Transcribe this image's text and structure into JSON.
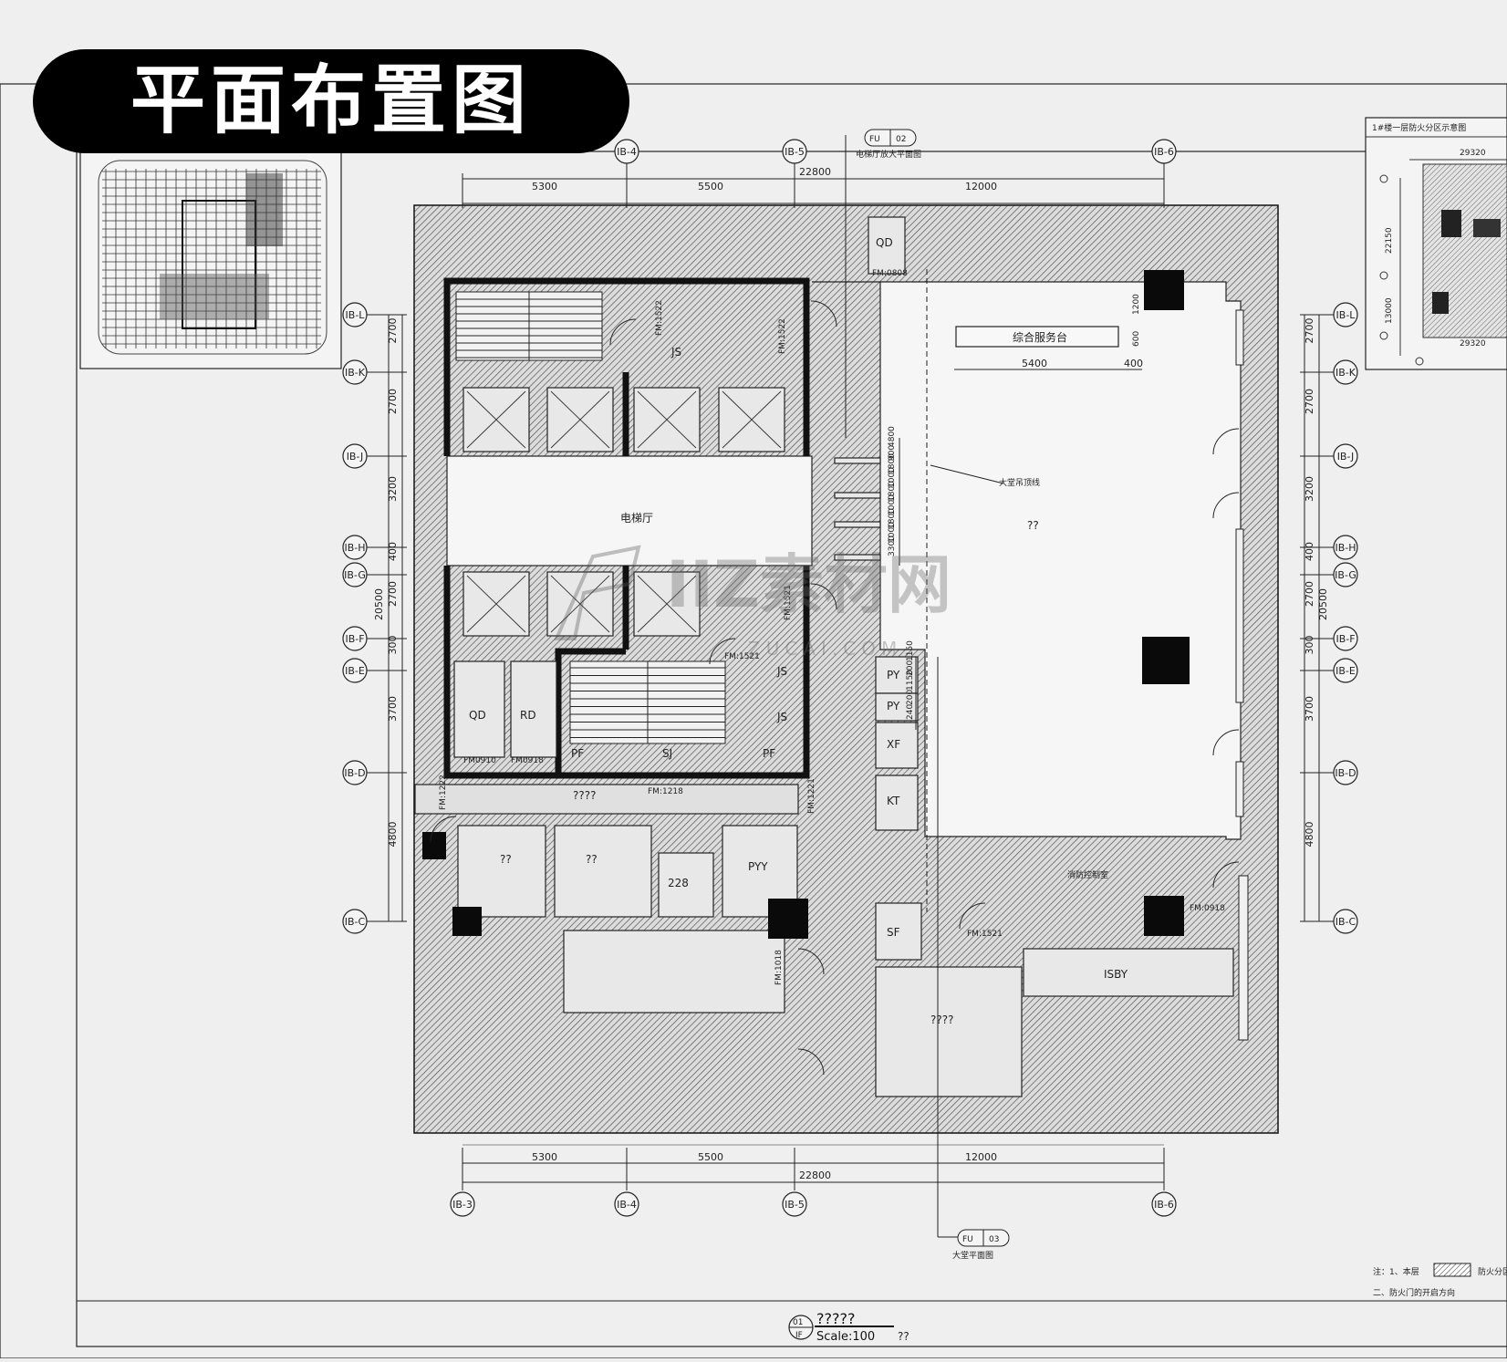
{
  "title": "平面布置图",
  "watermark": {
    "brand": "IIZ素材网",
    "url": "ZUCAI.COM"
  },
  "grid_top": [
    "IB-4",
    "IB-5",
    "IB-6"
  ],
  "grid_bottom": [
    "IB-3",
    "IB-4",
    "IB-5",
    "IB-6"
  ],
  "grid_left": [
    "IB-L",
    "IB-K",
    "IB-J",
    "IB-H",
    "IB-G",
    "IB-F",
    "IB-E",
    "IB-D",
    "IB-C"
  ],
  "grid_right": [
    "IB-L",
    "IB-K",
    "IB-J",
    "IB-H",
    "IB-G",
    "IB-F",
    "IB-E",
    "IB-D",
    "IB-C"
  ],
  "dims_top": {
    "d1": "5300",
    "d2": "5500",
    "d3": "12000",
    "total": "22800"
  },
  "dims_bottom": {
    "d1": "5300",
    "d2": "5500",
    "d3": "12000",
    "total": "22800"
  },
  "dims_left": {
    "d1": "2700",
    "d2": "2700",
    "d3": "3200",
    "d4": "400",
    "d5": "2700",
    "d6": "300",
    "d7": "3700",
    "d8": "4800",
    "total": "20500"
  },
  "dims_right": {
    "d1": "2700",
    "d2": "2700",
    "d3": "3200",
    "d4": "400",
    "d5": "2700",
    "d6": "300",
    "d7": "3700",
    "d8": "4800",
    "total": "20500"
  },
  "rooms": {
    "qd_top": "QD",
    "counter": "综合服务台",
    "counter_w": "5400",
    "counter_a": "400",
    "counter_h1": "1200",
    "counter_h2": "600",
    "hall": "??",
    "lobby": "电梯厅",
    "py1": "PY",
    "py2": "PY",
    "xf": "XF",
    "kt": "KT",
    "qd": "QD",
    "rd": "RD",
    "pf1": "PF",
    "pf2": "PF",
    "sj": "SJ",
    "js1": "JS",
    "js2": "JS",
    "js3": "JS",
    "corridor": "????",
    "r1": "??",
    "r2": "??",
    "r3": "228",
    "pyy": "PYY",
    "sf": "SF",
    "room4": "????",
    "isby": "ISBY",
    "fire_mark": "消防控制室"
  },
  "doors": {
    "fm0808": "FM:0808",
    "fm1522a": "FM:1522",
    "fm1522b": "FM:1522",
    "fm1521a": "FM:1521",
    "fm1521b": "FM:1521",
    "fm1521c": "FM:1521",
    "fm0910": "FM0910",
    "fm0918": "FM0918",
    "fm1218": "FM:1218",
    "fm1221": "FM:1221",
    "fm1018": "FM:1018",
    "fm0918b": "FM:0918",
    "fm1222": "FM:1222"
  },
  "callouts": {
    "c1_id": "FU",
    "c1_num": "02",
    "c1_desc": "电梯厅放大平面图",
    "c2_id": "FU",
    "c2_num": "03",
    "c2_desc": "大堂平面图",
    "leader_note": "大堂吊顶线"
  },
  "mid_dims": [
    "4800",
    "900",
    "1800",
    "1000",
    "1800",
    "1000",
    "1800",
    "1000",
    "3300",
    "1150",
    "200",
    "1150",
    "200",
    "240"
  ],
  "legend": {
    "line1": "注：1、本层",
    "line2": "二、防火门的开启方向",
    "swatch_text": "防火分区"
  },
  "inset_right": {
    "title": "1#楼一层防火分区示意图",
    "dim_top": "29320",
    "dim_left1": "22150",
    "dim_left2": "13000",
    "dim_bottom": "29320"
  },
  "title_block": {
    "num": "01",
    "sub": "IF",
    "name": "?????",
    "scale": "Scale:100",
    "unit": "??"
  },
  "colors": {
    "wall": "#111111",
    "hatch": "#555555",
    "paper": "#efefef",
    "badge": "#000000"
  }
}
